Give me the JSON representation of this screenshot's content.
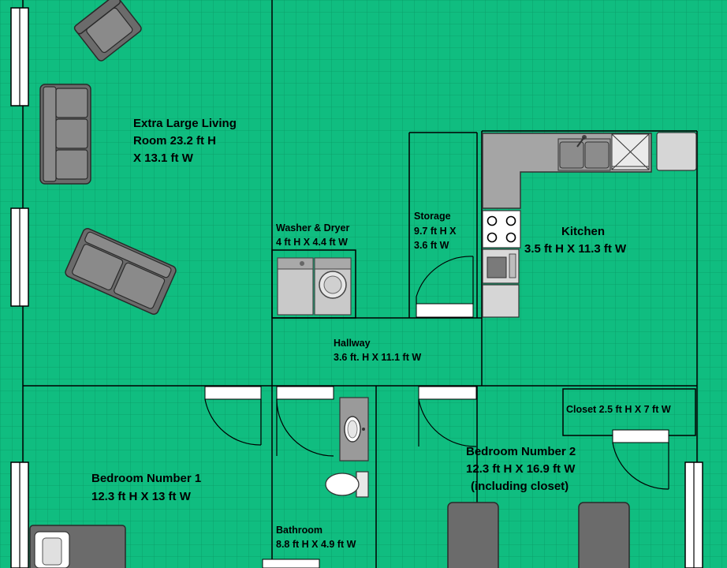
{
  "plan": {
    "colors": {
      "floor": "#10bd80",
      "grid": "#0b8f5f",
      "wall": "#000000",
      "furniture": "#6b6b6b"
    },
    "rooms": {
      "living": {
        "line1": "Extra Large Living",
        "line2": "Room 23.2 ft H",
        "line3": "X 13.1 ft W"
      },
      "washer": {
        "line1": "Washer & Dryer",
        "line2": "4 ft H X 4.4 ft W"
      },
      "storage": {
        "line1": "Storage",
        "line2": "9.7 ft H X",
        "line3": "3.6 ft W"
      },
      "kitchen": {
        "line1": "Kitchen",
        "line2": "3.5 ft H X 11.3 ft W"
      },
      "hallway": {
        "line1": "Hallway",
        "line2": "3.6 ft. H X 11.1 ft W"
      },
      "closet": {
        "line1": "Closet 2.5 ft H X 7 ft W"
      },
      "bedroom1": {
        "line1": "Bedroom Number 1",
        "line2": "12.3 ft H X 13 ft W"
      },
      "bedroom2": {
        "line1": "Bedroom Number 2",
        "line2": "12.3 ft H X 16.9 ft W",
        "line3": "(including closet)"
      },
      "bathroom": {
        "line1": "Bathroom",
        "line2": "8.8 ft H X 4.9 ft W"
      }
    },
    "icons": [
      "armchair-icon",
      "sofa-icon",
      "loveseat-icon",
      "washer-icon",
      "dryer-icon",
      "sink-icon",
      "stove-icon",
      "refrigerator-icon",
      "toilet-icon",
      "bathroom-sink-icon",
      "bed-icon",
      "window-icon",
      "door-icon"
    ]
  }
}
